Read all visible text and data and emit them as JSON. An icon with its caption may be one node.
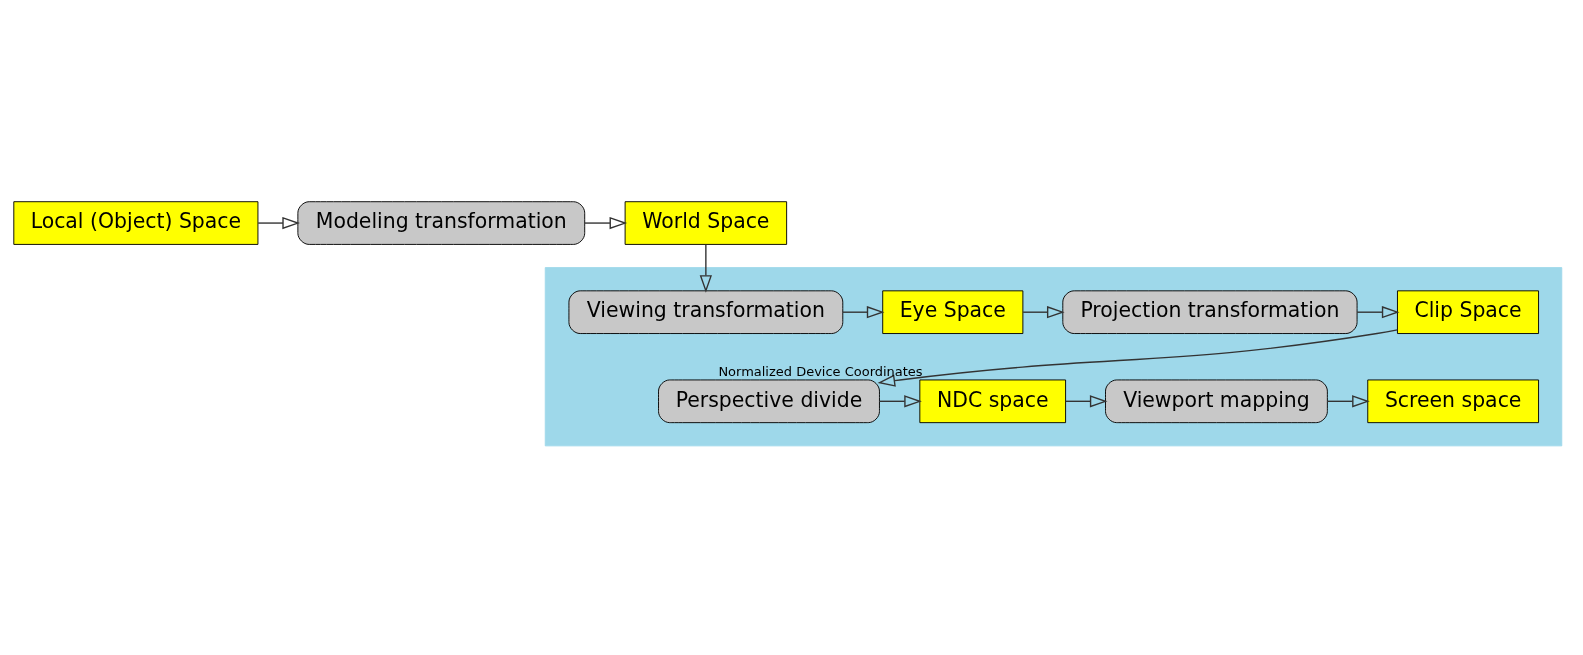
{
  "diagram": {
    "nodes": [
      {
        "text": [
          "Local (Object) Space"
        ]
      },
      {
        "text": [
          "Modeling transformation"
        ]
      },
      {
        "text": [
          "World Space"
        ]
      },
      {
        "text": [],
        "shape": "box"
      },
      {
        "text": [
          "Viewing transformation"
        ],
        "in": 3
      },
      {
        "text": [
          "Eye Space"
        ],
        "in": 3
      },
      {
        "text": [
          "Projection transformation"
        ],
        "in": 3
      },
      {
        "text": [
          "Clip Space"
        ],
        "in": 3
      },
      {
        "text": [
          "Perspective divide"
        ],
        "in": 3
      },
      {
        "text": [
          "NDC space"
        ],
        "in": 3,
        "beside": [
          "Normalized Device Coordinates"
        ]
      },
      {
        "text": [
          "Viewport mapping"
        ],
        "in": 3
      },
      {
        "text": [
          "Screen space"
        ],
        "in": 3
      }
    ],
    "edges": [
      {
        "from": 0,
        "to": 1,
        "arrow": "to"
      },
      {
        "from": 1,
        "to": 2,
        "arrow": "to"
      },
      {
        "from": 2,
        "to": 4,
        "arrow": "to"
      },
      {
        "from": 4,
        "to": 5,
        "arrow": "to"
      },
      {
        "from": 5,
        "to": 6,
        "arrow": "to"
      },
      {
        "from": 6,
        "to": 7,
        "arrow": "to"
      },
      {
        "from": 7,
        "to": 8,
        "arrow": "to"
      },
      {
        "from": 8,
        "to": 9,
        "arrow": "to"
      },
      {
        "from": 9,
        "to": 10,
        "arrow": "to"
      },
      {
        "from": 10,
        "to": 11,
        "arrow": "to"
      }
    ]
  }
}
